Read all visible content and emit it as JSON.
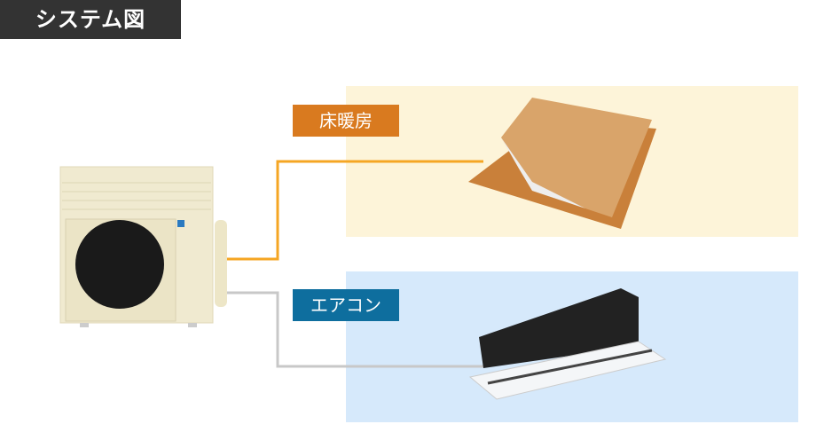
{
  "title": "システム図",
  "labels": {
    "floor_heating": "床暖房",
    "air_conditioner": "エアコン"
  },
  "colors": {
    "title_bg": "#333333",
    "floor_label": "#d97a1f",
    "ac_label": "#0e6e9e",
    "floor_pipe": "#f5a623",
    "ac_pipe": "#c8c8c8",
    "floor_panel": "#fdf4d9",
    "ac_panel": "#d6e9fb"
  }
}
